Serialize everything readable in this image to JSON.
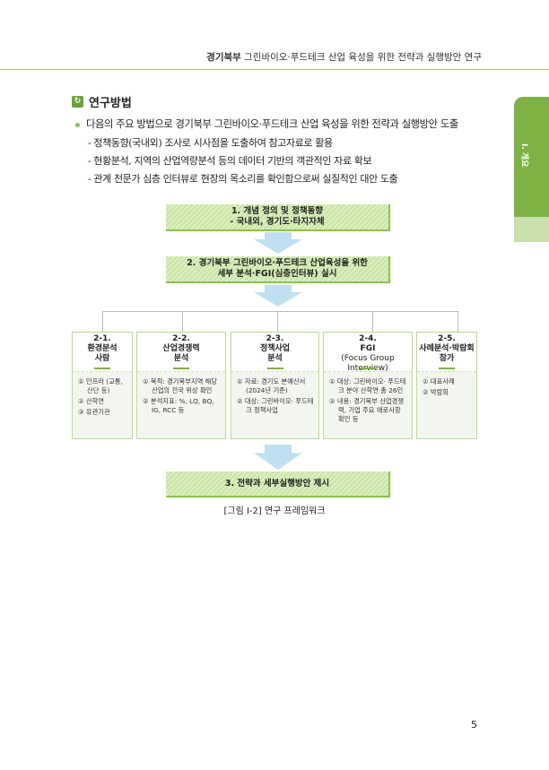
{
  "header": {
    "bold": "경기북부",
    "rest": " 그린바이오·푸드테크 산업 육성을 위한 전략과 실행방안 연구"
  },
  "side_tab": "Ⅰ. 개요",
  "section": {
    "title": "연구방법",
    "bullet": "다음의 주요 방법으로 경기북부 그린바이오·푸드테크 산업 육성을 위한 전략과 실행방안 도출",
    "subs": [
      "- 정책동향(국내외) 조사로 시사점을 도출하여 참고자료로 활용",
      "- 현황분석, 지역의 산업역량분석 등의 데이터 기반의 객관적인 자료 확보",
      "- 관계 전문가 심층 인터뷰로 현장의 목소리를 확인함으로써 실질적인 대안 도출"
    ]
  },
  "diagram": {
    "box1": [
      "1. 개념 정의 및 정책동향",
      "- 국내외, 경기도·타지자체"
    ],
    "box2": [
      "2. 경기북부 그린바이오·푸드테크 산업육성을 위한",
      "세부 분석·FGI(심층인터뷰) 실시"
    ],
    "columns": [
      {
        "num": "2-1.",
        "title": [
          "환경분석",
          "사람"
        ],
        "items": [
          "① 인프라 (교통, 산단 등)",
          "② 산학연",
          "③ 유관기관"
        ]
      },
      {
        "num": "2-2.",
        "title": [
          "산업경쟁력",
          "분석"
        ],
        "items": [
          "① 목적: 경기북부지역 해당 산업의 전국 위상 확인",
          "② 분석지표: %, LQ, BQ, IG, RCC 등"
        ]
      },
      {
        "num": "2-3.",
        "title": [
          "정책사업",
          "분석"
        ],
        "items": [
          "① 자료: 경기도 본예산서(2024년 기준)",
          "② 대상: 그린바이오· 푸드테크 정책사업"
        ]
      },
      {
        "num": "2-4.",
        "title": [
          "FGI",
          "(Focus Group Interview)"
        ],
        "items": [
          "① 대상: 그린바이오· 푸드테크 분야 산학연 총 26인",
          "② 내용: 경기북부 산업경쟁력, 기업 주요 애로사항 확인 등"
        ]
      },
      {
        "num": "2-5.",
        "title": [
          "사례분석·박람회",
          "참가"
        ],
        "items": [
          "① 대표사례",
          "② 박람회"
        ]
      }
    ],
    "box3": "3. 전략과 세부실행방안 제시",
    "caption": "[그림 Ⅰ-2] 연구 프레임워크"
  },
  "page_number": "5"
}
